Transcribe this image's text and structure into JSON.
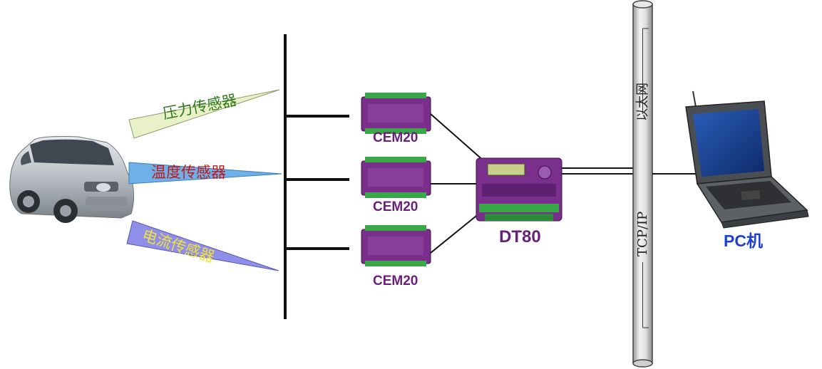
{
  "sensors": [
    {
      "label": "压力传感器",
      "color": "#e9f1c8",
      "text_color": "#2f7a1e"
    },
    {
      "label": "温度传感器",
      "color": "#6fb0e8",
      "text_color": "#c01818"
    },
    {
      "label": "电流传感器",
      "color": "#8f8fe8",
      "text_color": "#f2e23a"
    }
  ],
  "modules": [
    {
      "label": "CEM20"
    },
    {
      "label": "CEM20"
    },
    {
      "label": "CEM20"
    }
  ],
  "logger": {
    "label": "DT80"
  },
  "network": {
    "top_label": "以太网",
    "bottom_label": "TCP/IP"
  },
  "pc": {
    "label": "PC机"
  },
  "colors": {
    "module_purple": "#7b2f8c",
    "pc_label": "#1f3fd0"
  }
}
